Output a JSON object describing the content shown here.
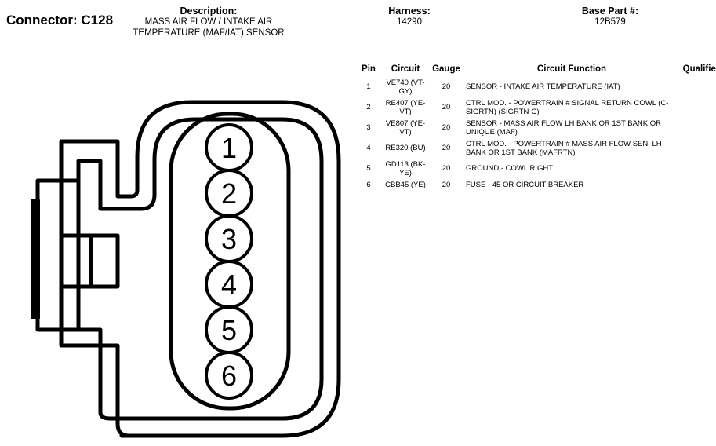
{
  "header": {
    "connector_title": "Connector: C128",
    "description_label": "Description:",
    "description_line1": "MASS AIR FLOW / INTAKE AIR",
    "description_line2": "TEMPERATURE (MAF/IAT) SENSOR",
    "harness_label": "Harness:",
    "harness_value": "14290",
    "base_part_label": "Base Part #:",
    "base_part_value": "12B579"
  },
  "table": {
    "headers": {
      "pin": "Pin",
      "circuit": "Circuit",
      "gauge": "Gauge",
      "function": "Circuit Function",
      "qualifier": "Qualifier"
    },
    "rows": [
      {
        "pin": "1",
        "circuit_line1": "VE740 (VT-",
        "circuit_line2": "GY)",
        "gauge": "20",
        "function_line1": "SENSOR - INTAKE AIR TEMPERATURE (IAT)",
        "function_line2": "",
        "qualifier": ""
      },
      {
        "pin": "2",
        "circuit_line1": "RE407 (YE-",
        "circuit_line2": "VT)",
        "gauge": "20",
        "function_line1": "CTRL MOD. - POWERTRAIN # SIGNAL RETURN COWL (C-",
        "function_line2": "SIGRTN) (SIGRTN-C)",
        "qualifier": ""
      },
      {
        "pin": "3",
        "circuit_line1": "VE807 (YE-",
        "circuit_line2": "VT)",
        "gauge": "20",
        "function_line1": "SENSOR - MASS AIR FLOW LH BANK OR 1ST BANK OR",
        "function_line2": "UNIQUE (MAF)",
        "qualifier": ""
      },
      {
        "pin": "4",
        "circuit_line1": "RE320 (BU)",
        "circuit_line2": "",
        "gauge": "20",
        "function_line1": "CTRL MOD. - POWERTRAIN # MASS AIR FLOW SEN. LH",
        "function_line2": "BANK OR 1ST BANK (MAFRTN)",
        "qualifier": ""
      },
      {
        "pin": "5",
        "circuit_line1": "GD113 (BK-",
        "circuit_line2": "YE)",
        "gauge": "20",
        "function_line1": "GROUND - COWL RIGHT",
        "function_line2": "",
        "qualifier": ""
      },
      {
        "pin": "6",
        "circuit_line1": "CBB45 (YE)",
        "circuit_line2": "",
        "gauge": "20",
        "function_line1": "FUSE - 45 OR CIRCUIT BREAKER",
        "function_line2": "",
        "qualifier": ""
      }
    ]
  },
  "connector_face": {
    "cavities": [
      "1",
      "2",
      "3",
      "4",
      "5",
      "6"
    ]
  }
}
